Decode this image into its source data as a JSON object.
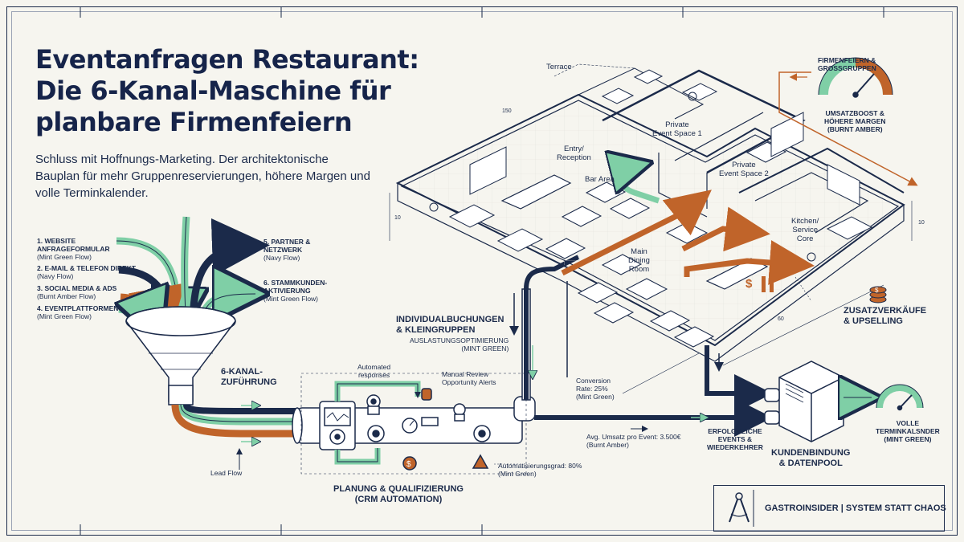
{
  "header": {
    "title_line1": "Eventanfragen Restaurant:",
    "title_line2": "Die 6-Kanal-Maschine für",
    "title_line3": "planbare Firmenfeiern",
    "subtitle": "Schluss mit Hoffnungs-Marketing. Der architektonische Bauplan für mehr Gruppenreservierungen, höhere Margen und volle Terminkalender."
  },
  "channels": {
    "c1_title": "1. WEBSITE",
    "c1_title2": "ANFRAGEFORMULAR",
    "c1_flow": "(Mint Green Flow)",
    "c2_title": "2. E-MAIL & TELEFON DIREKT",
    "c2_flow": "(Navy Flow)",
    "c3_title": "3. SOCIAL MEDIA & ADS",
    "c3_flow": "(Burnt Amber Flow)",
    "c4_title": "4. EVENTPLATTFORMEN",
    "c4_flow": "(Mint Green Flow)",
    "c5_title": "5. PARTNER &",
    "c5_title2": "NETZWERK",
    "c5_flow": "(Navy Flow)",
    "c6_title": "6. STAMMKUNDEN-",
    "c6_title2": "AKTIVIERUNG",
    "c6_flow": "(Mint Green Flow)"
  },
  "funnel": {
    "label1": "6-KANAL-",
    "label2": "ZUFÜHRUNG",
    "lead_flow": "Lead Flow"
  },
  "crm": {
    "automated1": "Automated",
    "automated2": "responses",
    "manual1": "Manual Review",
    "manual2": "Opportunity Alerts",
    "title1": "PLANUNG & QUALIFIZIERUNG",
    "title2": "(CRM AUTOMATION)",
    "automation": "Automatisierungsgrad: 80%",
    "automation_flow": "(Mint Green)"
  },
  "individual": {
    "title1": "INDIVIDUALBUCHUNGEN",
    "title2": "& KLEINGRUPPEN",
    "sub": "AUSLASTUNGSOPTIMIERUNG",
    "flow": "(MINT GREEN)"
  },
  "conversion": {
    "line1": "Conversion",
    "line2": "Rate: 25%",
    "flow": "(Mint Green)"
  },
  "revenue": {
    "line1": "Avg. Umsatz pro Event: 3.500€",
    "flow": "(Burnt Amber)"
  },
  "floorplan": {
    "terrace": "Terrace",
    "entry1": "Entry/",
    "entry2": "Reception",
    "bar": "Bar Area",
    "private1a": "Private",
    "private1b": "Event Space 1",
    "private2a": "Private",
    "private2b": "Event Space 2",
    "kitchen1": "Kitchen/",
    "kitchen2": "Service",
    "kitchen3": "Core",
    "main1": "Main",
    "main2": "Dining",
    "main3": "Room",
    "dim_a": "150",
    "dim_b": "10",
    "dim_c": "10",
    "dim_d": "60"
  },
  "firmenfeiern": {
    "line1": "FIRMENFEIERN &",
    "line2": "GROSSGRUPPEN"
  },
  "umsatzboost": {
    "line1": "UMSATZBOOST &",
    "line2": "HÖHERE MARGEN",
    "line3": "(BURNT AMBER)"
  },
  "upselling": {
    "line1": "ZUSATZVERKÄUFE",
    "line2": "& UPSELLING"
  },
  "retention": {
    "events1": "ERFOLGREICHE",
    "events2": "EVENTS &",
    "events3": "WIEDERKEHRER",
    "title1": "KUNDENBINDUNG",
    "title2": "& DATENPOOL",
    "full1": "VOLLE",
    "full2": "TERMINKALSNDER",
    "full3": "(MINT GREEN)"
  },
  "footer": {
    "brand": "GASTROINSIDER | SYSTEM STATT CHAOS"
  },
  "colors": {
    "navy": "#1b2a4a",
    "mint": "#7fcfa6",
    "amber": "#c0642a",
    "paper": "#f6f5ef"
  }
}
